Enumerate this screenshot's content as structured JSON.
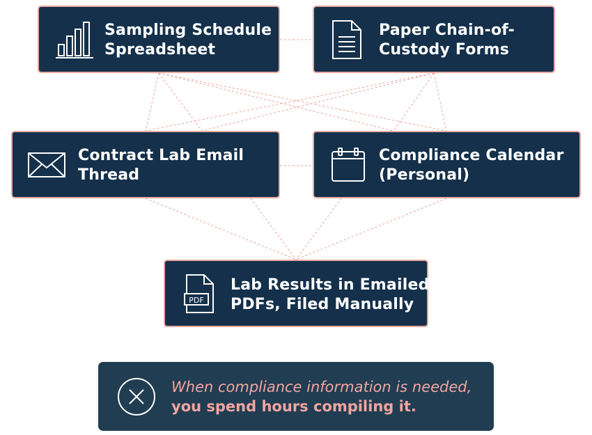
{
  "nodes": {
    "sampling": {
      "line1": "Sampling Schedule",
      "line2": "Spreadsheet",
      "icon": "bar-chart-icon"
    },
    "paper": {
      "line1": "Paper Chain-of-",
      "line2": "Custody Forms",
      "icon": "document-icon"
    },
    "email": {
      "line1": "Contract Lab Email",
      "line2": "Thread",
      "icon": "envelope-icon"
    },
    "calendar": {
      "line1": "Compliance Calendar",
      "line2": "(Personal)",
      "icon": "calendar-icon"
    },
    "lab": {
      "line1": "Lab Results in Emailed",
      "line2": "PDFs, Filed Manually",
      "icon": "pdf-file-icon",
      "icon_text": "PDF"
    }
  },
  "callout": {
    "line1": "When compliance information is needed,",
    "line2": "you spend hours compiling it.",
    "icon": "x-circle-icon"
  },
  "colors": {
    "node_fill": "#14304a",
    "node_border": "#e9a7a3",
    "connector": "#e8a19c",
    "callout_fill": "#213d52",
    "callout_text": "#f2a5a0"
  }
}
